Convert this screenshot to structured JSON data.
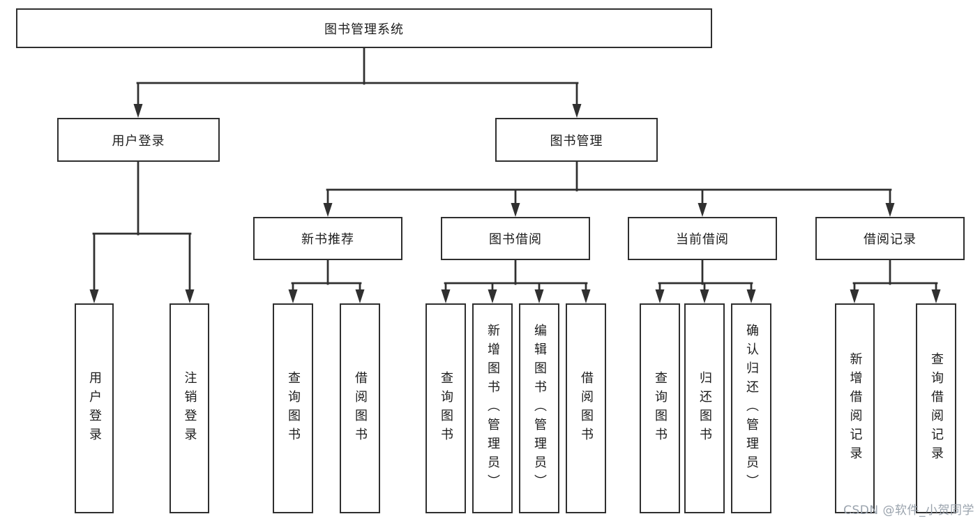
{
  "diagram": {
    "tree": {
      "label": "图书管理系统",
      "children": [
        {
          "label": "用户登录",
          "children": [
            {
              "label": "用户登录"
            },
            {
              "label": "注销登录"
            }
          ]
        },
        {
          "label": "图书管理",
          "children": [
            {
              "label": "新书推荐",
              "children": [
                {
                  "label": "查询图书"
                },
                {
                  "label": "借阅图书"
                }
              ]
            },
            {
              "label": "图书借阅",
              "children": [
                {
                  "label": "查询图书"
                },
                {
                  "label": "新增图书（管理员）"
                },
                {
                  "label": "编辑图书（管理员）"
                },
                {
                  "label": "借阅图书"
                }
              ]
            },
            {
              "label": "当前借阅",
              "children": [
                {
                  "label": "查询图书"
                },
                {
                  "label": "归还图书"
                },
                {
                  "label": "确认归还（管理员）"
                }
              ]
            },
            {
              "label": "借阅记录",
              "children": [
                {
                  "label": "新增借阅记录"
                },
                {
                  "label": "查询借阅记录"
                }
              ]
            }
          ]
        }
      ]
    },
    "watermark": "CSDN @软件_小贺同学",
    "colors": {
      "line": "#303030",
      "box_border": "#2f2f2f",
      "text": "#1c1c1c",
      "background": "#ffffff",
      "watermark": "#9aa3ad"
    }
  }
}
